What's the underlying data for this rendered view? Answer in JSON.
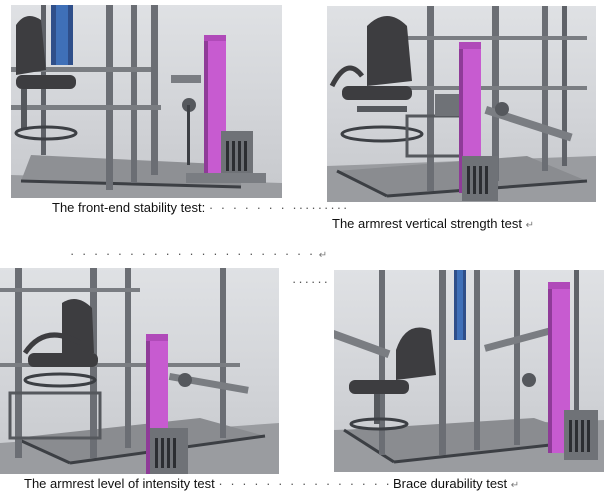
{
  "captions": {
    "front_end": "The front-end stability test:",
    "armrest_vertical": "The armrest vertical strength test",
    "armrest_level": "The armrest level of intensity test",
    "brace": "Brace durability test"
  },
  "dots": {
    "after_front_end": "· · · · · · ·  ·········",
    "middle_row": "· · · · · · · · · · · · · · · · · · · · ·",
    "between_panels": "······",
    "after_armrest_level": "· · · · · · · · · · · · · · · · · · · ·"
  },
  "paragraph_mark": "↵",
  "colors": {
    "frame": "#6b6e74",
    "frame_dark": "#3c3f44",
    "column": "#c75bd0",
    "column_edge": "#8f3b98",
    "cabinet": "#6f7277",
    "chair": "#3d3d40",
    "floor": "#9a9ca0"
  }
}
